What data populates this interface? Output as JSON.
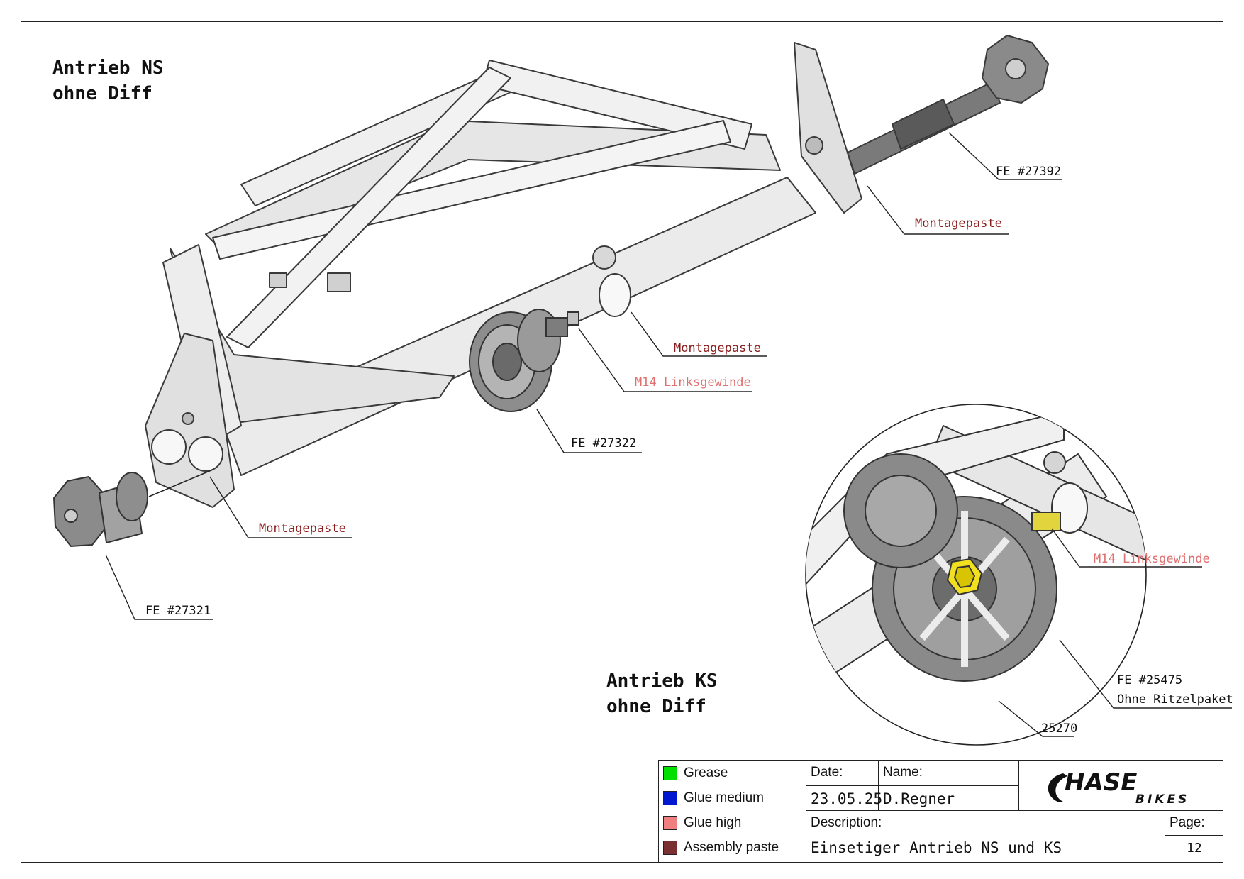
{
  "titles": {
    "ns": {
      "line1": "Antrieb NS",
      "line2": "ohne Diff"
    },
    "ks": {
      "line1": "Antrieb KS",
      "line2": "ohne Diff"
    }
  },
  "callouts": {
    "fe27392": "FE #27392",
    "montage_right": "Montagepaste",
    "montage_mid": "Montagepaste",
    "m14_main": "M14 Linksgewinde",
    "fe27322": "FE #27322",
    "montage_left": "Montagepaste",
    "fe27321": "FE #27321",
    "m14_detail": "M14 Linksgewinde",
    "fe25475_line1": "FE #25475",
    "fe25475_line2": "Ohne Ritzelpaket",
    "part25270": "25270"
  },
  "legend": [
    {
      "label": "Grease",
      "color": "#00e000"
    },
    {
      "label": "Glue medium",
      "color": "#0018d0"
    },
    {
      "label": "Glue high",
      "color": "#f08080"
    },
    {
      "label": "Assembly paste",
      "color": "#7a3030"
    }
  ],
  "colors": {
    "callout_dark_red": "#8b1a1a",
    "callout_light_red": "#e07070",
    "frame_fill": "#ececec",
    "part_dark": "#6e6e6e",
    "highlight_yellow": "#f2e020"
  },
  "title_block": {
    "date_label": "Date:",
    "date_value": "23.05.25",
    "name_label": "Name:",
    "name_value": "D.Regner",
    "description_label": "Description:",
    "description_value": "Einsetiger Antrieb NS und KS",
    "page_label": "Page:",
    "page_value": "12",
    "logo_text_main": "HASE",
    "logo_text_sub": "BIKES"
  }
}
